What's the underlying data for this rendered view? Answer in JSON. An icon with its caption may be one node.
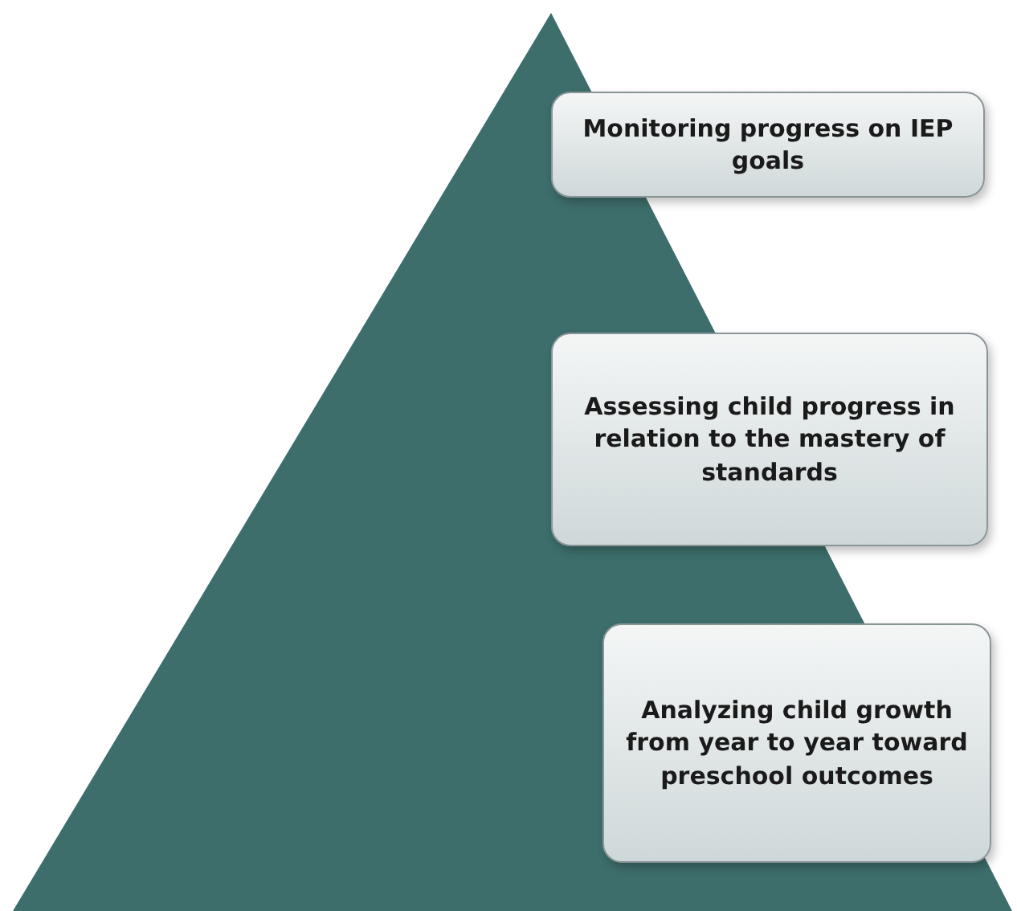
{
  "diagram": {
    "nodes": [
      {
        "text": [
          "Monitoring progress on IEP goals"
        ]
      },
      {
        "text": [
          "Assessing child progress in relation to the mastery of standards"
        ]
      },
      {
        "text": [
          "Analyzing child growth from year to year toward preschool outcomes"
        ]
      }
    ],
    "edges": []
  }
}
